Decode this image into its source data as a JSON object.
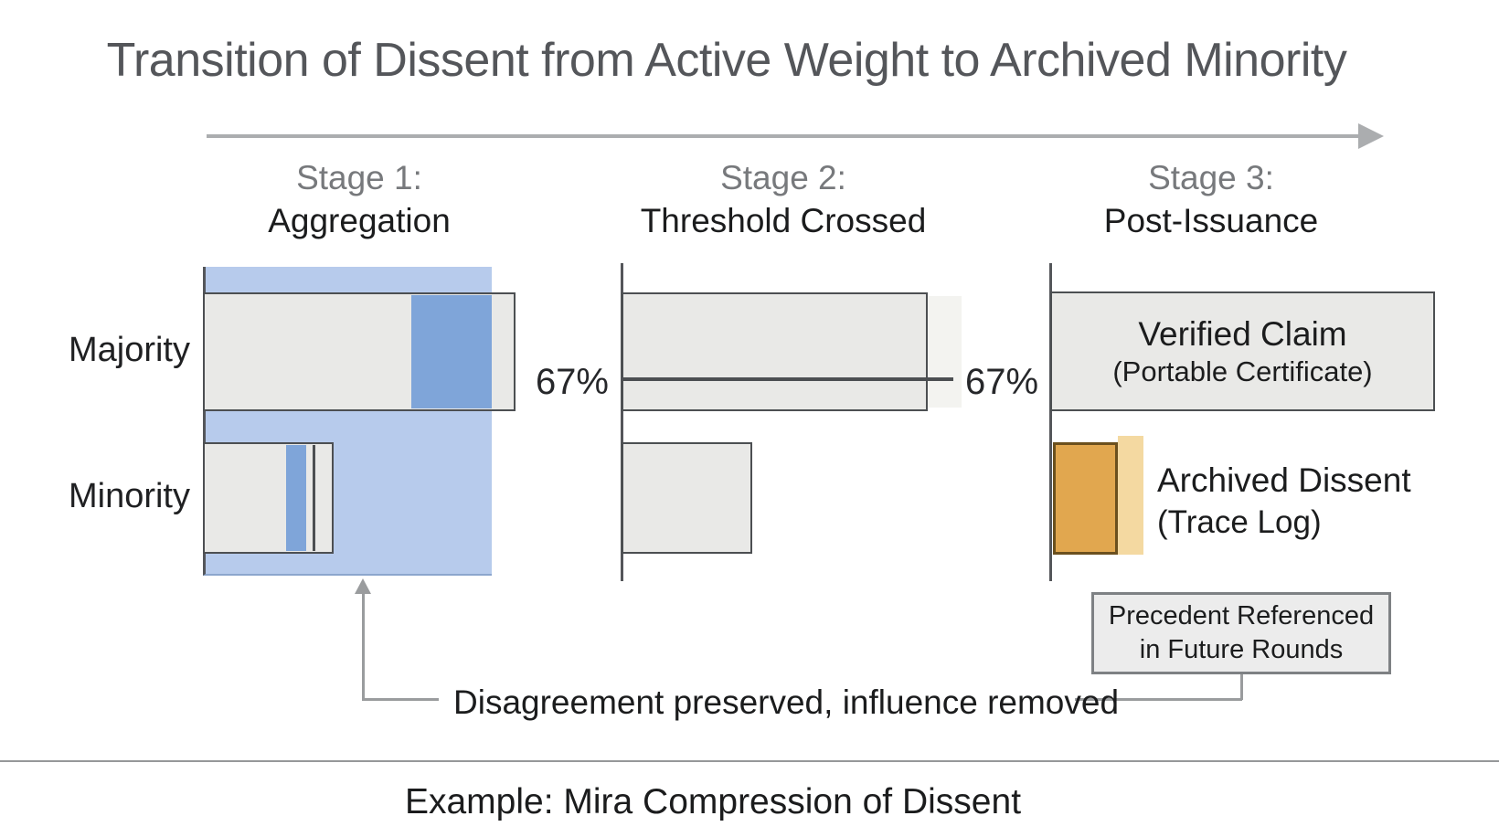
{
  "title": "Transition of Dissent from Active Weight to Archived Minority",
  "stages": [
    {
      "number_label": "Stage 1:",
      "name_label": "Aggregation"
    },
    {
      "number_label": "Stage 2:",
      "name_label": "Threshold Crossed"
    },
    {
      "number_label": "Stage 3:",
      "name_label": "Post-Issuance"
    }
  ],
  "row_labels": {
    "majority": "Majority",
    "minority": "Minority"
  },
  "threshold": {
    "left_label": "67%",
    "right_label": "67%"
  },
  "stage3": {
    "verified_claim_title": "Verified Claim",
    "verified_claim_subtitle": "(Portable Certificate)",
    "archived_dissent_title": "Archived Dissent",
    "archived_dissent_subtitle": "(Trace Log)",
    "precedent_line1": "Precedent Referenced",
    "precedent_line2": "in Future Rounds"
  },
  "annotation": "Disagreement preserved, influence removed",
  "caption": "Example: Mira Compression of Dissent",
  "colors": {
    "dissent_background_blue": "#b7cbec",
    "dissent_segment_blue": "#7fa5d9",
    "bar_gray": "#e9e9e7",
    "bar_border": "#4c4f52",
    "archived_amber": "#e1a74f",
    "archived_amber_light": "#f4d9a1",
    "archived_amber_border": "#6b501e",
    "connector_gray": "#9a9c9e",
    "timeline_arrow_gray": "#abadaf"
  }
}
